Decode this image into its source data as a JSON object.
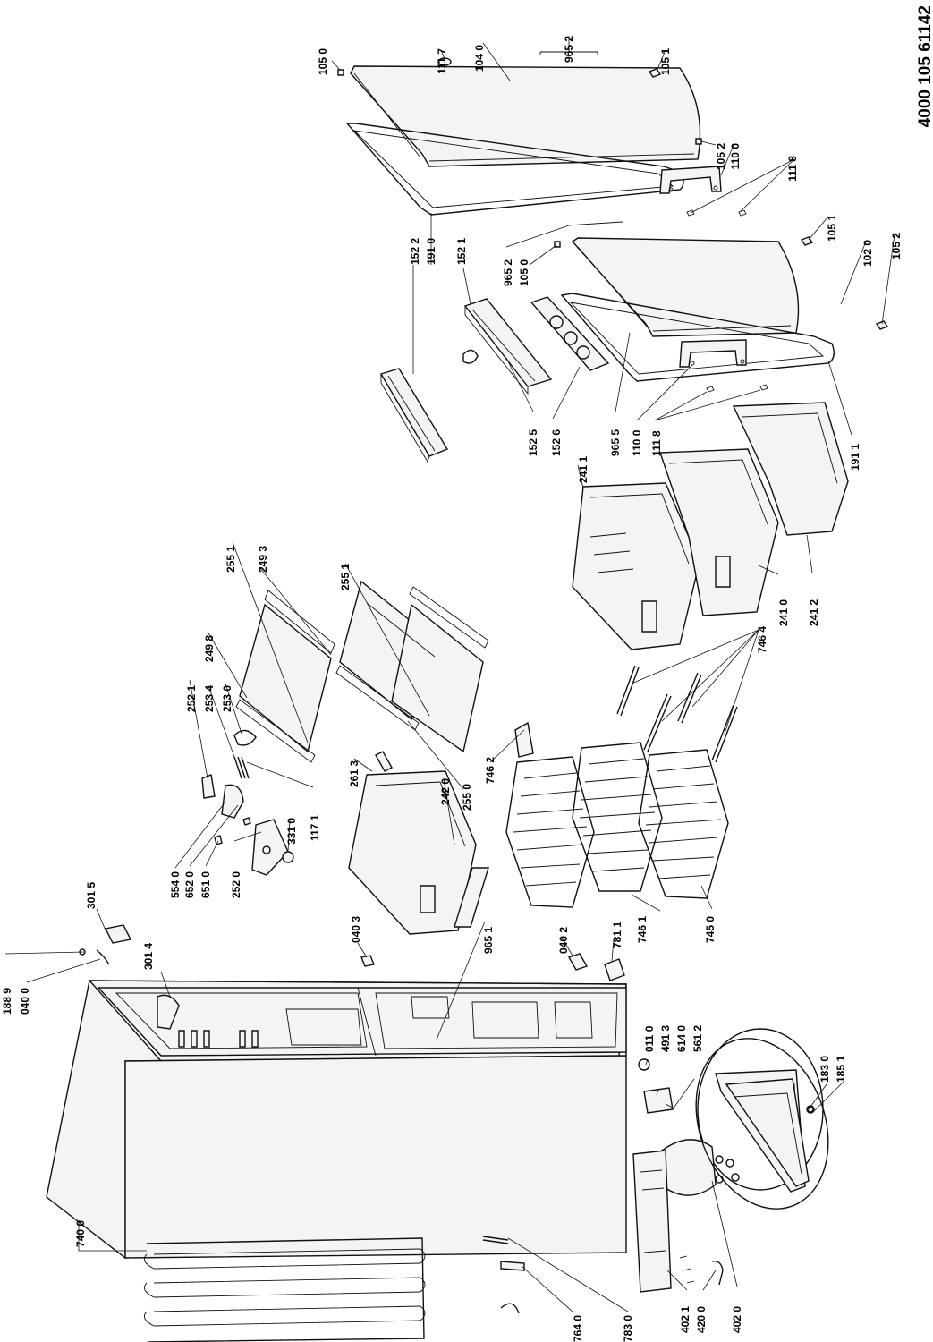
{
  "document_number": "4000 105 61142",
  "labels": {
    "l1050a": "105 0",
    "l1117": "111 7",
    "l1040": "104 0",
    "l9652a": "965 2",
    "l1051a": "105 1",
    "l1052a": "105 2",
    "l1100a": "110 0",
    "l1118a": "111 8",
    "l1051b": "105 1",
    "l1020": "102 0",
    "l1052b": "105 2",
    "l1522": "152 2",
    "l1910": "191 0",
    "l1521": "152 1",
    "l9652b": "965 2",
    "l1050b": "105 0",
    "l1525": "152 5",
    "l1526": "152 6",
    "l2411": "241 1",
    "l9655": "965 5",
    "l1100b": "110 0",
    "l1118b": "111 8",
    "l1911": "191 1",
    "l2551a": "255 1",
    "l2493": "249 3",
    "l2551b": "255 1",
    "l2498": "249 8",
    "l2521": "252 1",
    "l2534": "253 4",
    "l2530": "253 0",
    "l7464": "746 4",
    "l2410": "241 0",
    "l2412": "241 2",
    "l2613": "261 3",
    "l2420": "242 0",
    "l2550": "255 0",
    "l7462": "746 2",
    "l3310": "331 0",
    "l1171": "117 1",
    "l5540": "554 0",
    "l6520": "652 0",
    "l6510": "651 0",
    "l2520": "252 0",
    "l3015": "301 5",
    "l0403": "040 3",
    "l9651": "965 1",
    "l0402": "040 2",
    "l7811": "781 1",
    "l7461": "746 1",
    "l7450": "745 0",
    "l3014": "301 4",
    "l1889": "188 9",
    "l0400": "040 0",
    "l0110": "011 0",
    "l4913": "491 3",
    "l6140": "614 0",
    "l5612": "561 2",
    "l1830": "183 0",
    "l1851": "185 1",
    "l7400": "740 0",
    "l7640": "764 0",
    "l7830": "783 0",
    "l4021": "402 1",
    "l4200": "420 0",
    "l4020": "402 0"
  }
}
